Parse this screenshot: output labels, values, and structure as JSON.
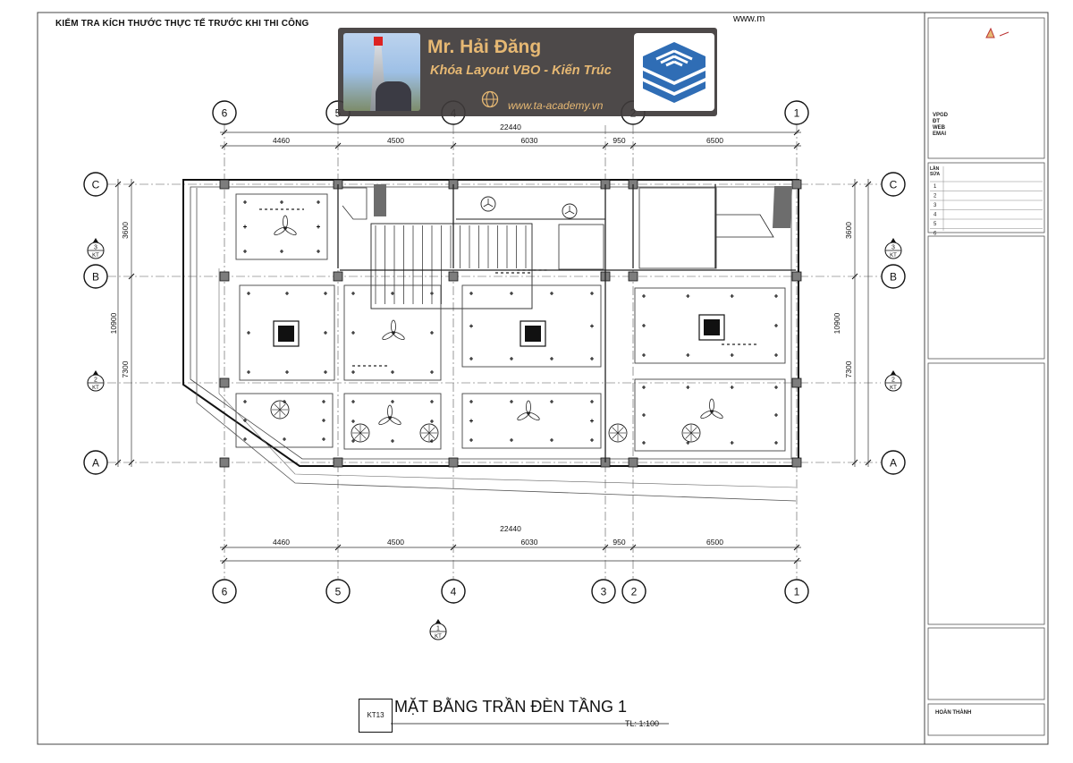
{
  "header": {
    "note": "KIỂM TRA KÍCH THƯỚC THỰC TẾ TRƯỚC KHI THI CÔNG",
    "website_partial": "www.m"
  },
  "banner": {
    "name": "Mr. Hải Đăng",
    "course": "Khóa Layout VBO - Kiến Trúc",
    "website": "www.ta-academy.vn",
    "accent_color": "#e6b873",
    "logo_color": "#2f6db5"
  },
  "grid": {
    "columns": [
      "6",
      "5",
      "4",
      "3",
      "2",
      "1"
    ],
    "rows": [
      "C",
      "B",
      "A"
    ],
    "column_spacings": [
      "4460",
      "4500",
      "6030",
      "950",
      "6500"
    ],
    "total_width": "22440",
    "row_spacings": [
      "3600",
      "7300"
    ],
    "total_height": "10900"
  },
  "sections": {
    "north_south": {
      "number": "3",
      "sheet": "KT"
    },
    "mid": {
      "number": "2",
      "sheet": "KT"
    },
    "bottom": {
      "number": "1",
      "sheet": "KT"
    }
  },
  "drawing": {
    "code": "KT13",
    "title": "MẶT BẰNG TRẦN ĐÈN TẦNG 1",
    "scale": "TL: 1:100"
  },
  "title_block": {
    "info_labels": [
      "VPGD",
      "ĐT",
      "WEB",
      "EMAI"
    ],
    "revision_header": "LẦN SỬA",
    "revisions": [
      "1",
      "2",
      "3",
      "4",
      "5",
      "6"
    ],
    "finish_label": "HOÀN THÀNH"
  }
}
